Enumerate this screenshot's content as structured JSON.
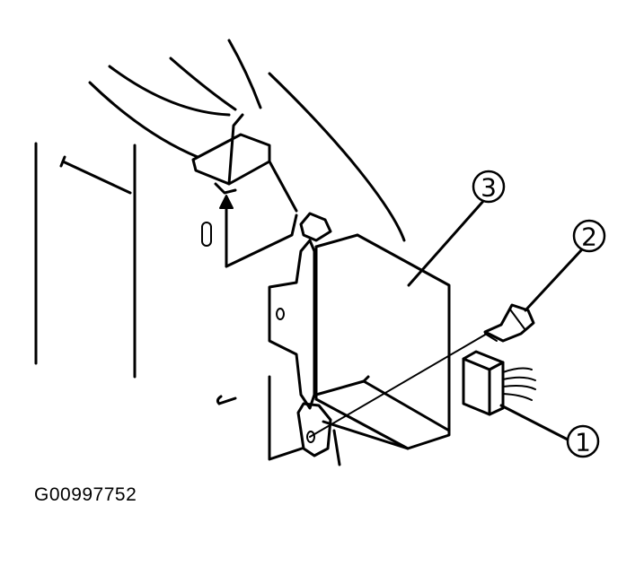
{
  "figure_code": "G00997752",
  "callouts": [
    {
      "number": "1"
    },
    {
      "number": "2"
    },
    {
      "number": "3"
    }
  ]
}
